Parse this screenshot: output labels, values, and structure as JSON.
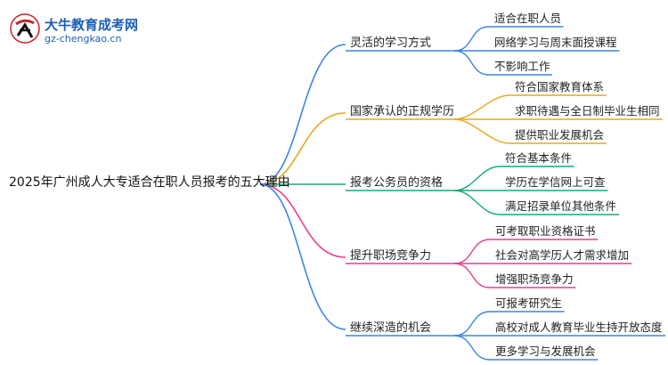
{
  "logo": {
    "title": "大牛教育成考网",
    "url": "gz-chengkao.cn",
    "mark": "大牛"
  },
  "root": "2025年广州成人大专适合在职人员报考的五大理由",
  "colors": [
    "#3a86e8",
    "#e8a91c",
    "#19a974",
    "#e83e8c",
    "#3a86e8"
  ],
  "branches": [
    {
      "label": "灵活的学习方式",
      "leaves": [
        "适合在职人员",
        "网络学习与周末面授课程",
        "不影响工作"
      ]
    },
    {
      "label": "国家承认的正规学历",
      "leaves": [
        "符合国家教育体系",
        "求职待遇与全日制毕业生相同",
        "提供职业发展机会"
      ]
    },
    {
      "label": "报考公务员的资格",
      "leaves": [
        "符合基本条件",
        "学历在学信网上可查",
        "满足招录单位其他条件"
      ]
    },
    {
      "label": "提升职场竞争力",
      "leaves": [
        "可考取职业资格证书",
        "社会对高学历人才需求增加",
        "增强职场竞争力"
      ]
    },
    {
      "label": "继续深造的机会",
      "leaves": [
        "可报考研究生",
        "高校对成人教育毕业生持开放态度",
        "更多学习与发展机会"
      ]
    }
  ]
}
